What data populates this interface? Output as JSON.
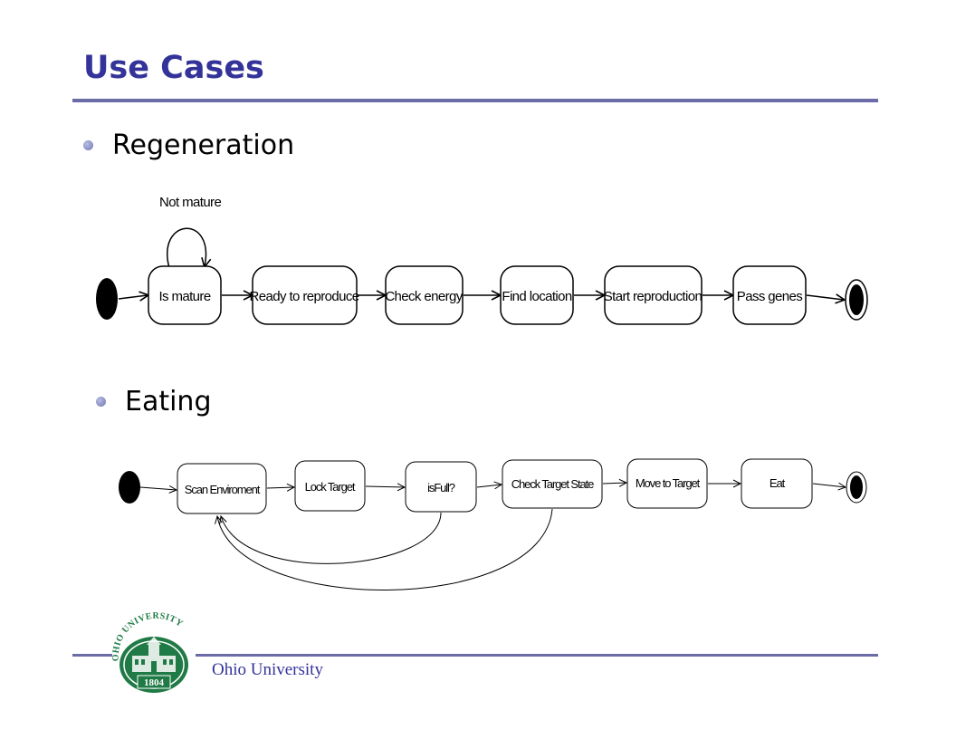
{
  "slide": {
    "title": "Use Cases",
    "footer": "Ohio University"
  },
  "colors": {
    "title": "#333399",
    "rule": "#6b6ba8",
    "seal_green": "#1f7a45"
  },
  "logo": {
    "arc_text": "OHIO UNIVERSITY",
    "year": "1804"
  },
  "regeneration": {
    "bullet": "Regeneration",
    "self_loop_label": "Not mature",
    "states": [
      "Is mature",
      "Ready to reproduce",
      "Check energy",
      "Find location",
      "Start reproduction",
      "Pass genes"
    ]
  },
  "eating": {
    "bullet": "Eating",
    "states": [
      "Scan Enviroment",
      "Lock Target",
      "isFull?",
      "Check Target State",
      "Move to Target",
      "Eat"
    ]
  }
}
